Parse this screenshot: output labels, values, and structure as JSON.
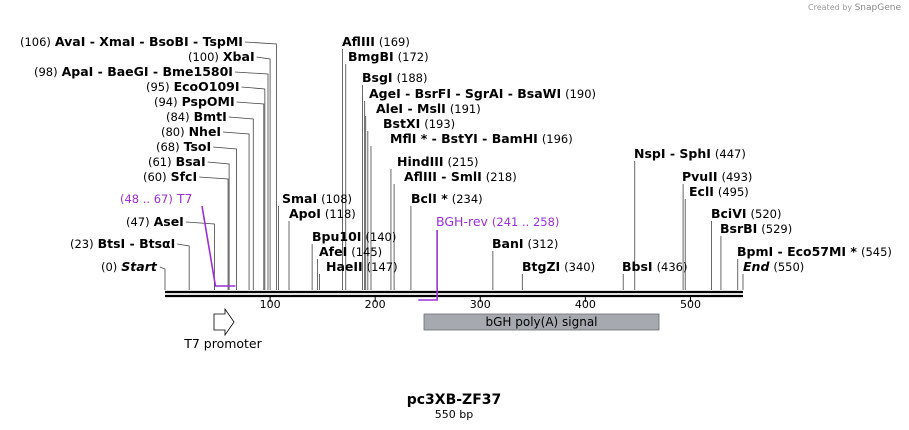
{
  "credit": {
    "prefix": "Created by",
    "brand": "SnapGene"
  },
  "map": {
    "name": "pc3XB-ZF37",
    "length_label": "550 bp",
    "total_bp": 550,
    "ticks": [
      "100",
      "200",
      "300",
      "400",
      "500"
    ]
  },
  "labels": [
    {
      "pos": "(106)",
      "names": [
        "AvaI",
        "XmaI",
        "BsoBI",
        "TspMI"
      ]
    },
    {
      "pos": "(100)",
      "names": [
        "XbaI"
      ]
    },
    {
      "pos": "(98)",
      "names": [
        "ApaI",
        "BaeGI",
        "Bme1580I"
      ]
    },
    {
      "pos": "(95)",
      "names": [
        "EcoO109I"
      ]
    },
    {
      "pos": "(94)",
      "names": [
        "PspOMI"
      ]
    },
    {
      "pos": "(84)",
      "names": [
        "BmtI"
      ]
    },
    {
      "pos": "(80)",
      "names": [
        "NheI"
      ]
    },
    {
      "pos": "(68)",
      "names": [
        "TsoI"
      ]
    },
    {
      "pos": "(61)",
      "names": [
        "BsaI"
      ]
    },
    {
      "pos": "(60)",
      "names": [
        "SfcI"
      ]
    },
    {
      "pos": "(48 .. 67)",
      "names": [
        "T7"
      ]
    },
    {
      "pos": "(47)",
      "names": [
        "AseI"
      ]
    },
    {
      "pos": "(23)",
      "names": [
        "BtsI",
        "BtsαI"
      ]
    },
    {
      "pos": "(0)",
      "names": [
        "Start"
      ]
    },
    {
      "pos": "(169)",
      "names": [
        "AflIII"
      ]
    },
    {
      "pos": "(172)",
      "names": [
        "BmgBI"
      ]
    },
    {
      "pos": "(188)",
      "names": [
        "BsgI"
      ]
    },
    {
      "pos": "(190)",
      "names": [
        "AgeI",
        "BsrFI",
        "SgrAI",
        "BsaWI"
      ]
    },
    {
      "pos": "(191)",
      "names": [
        "AleI",
        "MslI"
      ]
    },
    {
      "pos": "(193)",
      "names": [
        "BstXI"
      ]
    },
    {
      "pos": "(196)",
      "names": [
        "MflI *",
        "BstYI",
        "BamHI"
      ]
    },
    {
      "pos": "(215)",
      "names": [
        "HindIII"
      ]
    },
    {
      "pos": "(218)",
      "names": [
        "AflIII",
        "SmlI"
      ]
    },
    {
      "pos": "(234)",
      "names": [
        "BclI *"
      ]
    },
    {
      "pos": "(108)",
      "names": [
        "SmaI"
      ]
    },
    {
      "pos": "(118)",
      "names": [
        "ApoI"
      ]
    },
    {
      "pos": "(140)",
      "names": [
        "Bpu10I"
      ]
    },
    {
      "pos": "(145)",
      "names": [
        "AfeI"
      ]
    },
    {
      "pos": "(147)",
      "names": [
        "HaeII"
      ]
    },
    {
      "pos": "(241 .. 258)",
      "names": [
        "BGH-rev"
      ]
    },
    {
      "pos": "(312)",
      "names": [
        "BanI"
      ]
    },
    {
      "pos": "(340)",
      "names": [
        "BtgZI"
      ]
    },
    {
      "pos": "(436)",
      "names": [
        "BbsI"
      ]
    },
    {
      "pos": "(447)",
      "names": [
        "NspI",
        "SphI"
      ]
    },
    {
      "pos": "(493)",
      "names": [
        "PvuII"
      ]
    },
    {
      "pos": "(495)",
      "names": [
        "EclI"
      ]
    },
    {
      "pos": "(520)",
      "names": [
        "BciVI"
      ]
    },
    {
      "pos": "(529)",
      "names": [
        "BsrBI"
      ]
    },
    {
      "pos": "(545)",
      "names": [
        "BpmI",
        "Eco57MI *"
      ]
    },
    {
      "pos": "(550)",
      "names": [
        "End"
      ]
    }
  ],
  "features": [
    {
      "name": "T7 promoter",
      "type": "promoter",
      "color": "#ffffff"
    },
    {
      "name": "bGH poly(A) signal",
      "type": "polyA_signal",
      "color": "#a6aab0"
    }
  ],
  "colors": {
    "enzyme": "#000000",
    "primer": "#9b30d9",
    "position": "#000000",
    "leader": "#444444",
    "backbone": "#000000",
    "polyA_fill": "#a6aab0"
  }
}
